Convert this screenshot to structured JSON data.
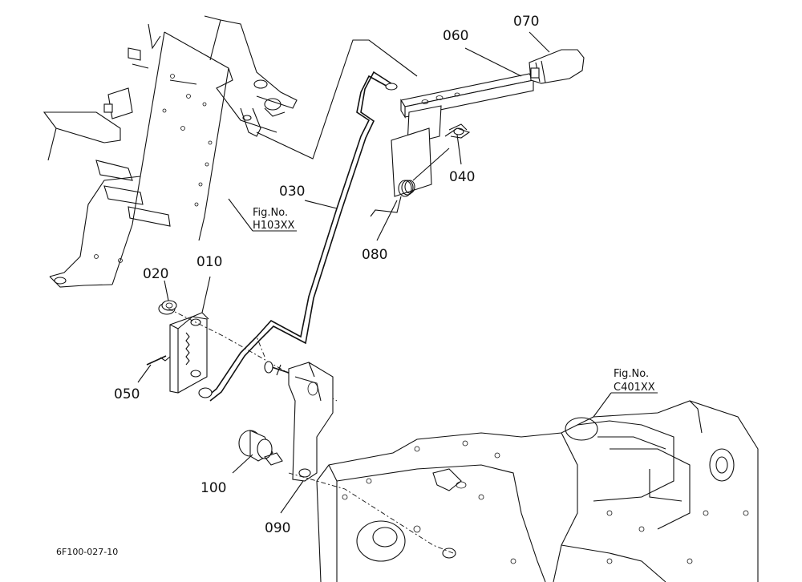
{
  "parts": [
    {
      "id": "010",
      "label": "010"
    },
    {
      "id": "020",
      "label": "020"
    },
    {
      "id": "030",
      "label": "030"
    },
    {
      "id": "040",
      "label": "040"
    },
    {
      "id": "050",
      "label": "050"
    },
    {
      "id": "060",
      "label": "060"
    },
    {
      "id": "070",
      "label": "070"
    },
    {
      "id": "080",
      "label": "080"
    },
    {
      "id": "090",
      "label": "090"
    },
    {
      "id": "100",
      "label": "100"
    }
  ],
  "references": [
    {
      "line1": "Fig.No.",
      "line2": "H103XX"
    },
    {
      "line1": "Fig.No.",
      "line2": "C401XX"
    }
  ],
  "diagram_code": "6F100-027-10"
}
